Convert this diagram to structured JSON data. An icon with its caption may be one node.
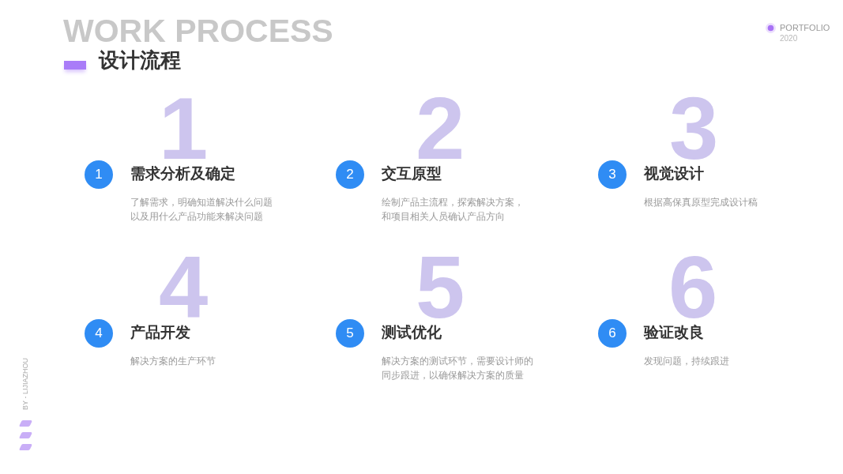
{
  "diagram": {
    "title": "设计流程",
    "nodes": [
      {
        "text": [
          "1"
        ],
        "beside": [
          "需求分析及确定",
          "了解需求，明确知道解决什么问题以及用什么产品功能来解决问题"
        ]
      },
      {
        "text": [
          "2"
        ],
        "beside": [
          "交互原型",
          "绘制产品主流程，探索解决方案，和项目相关人员确认产品方向"
        ]
      },
      {
        "text": [
          "3"
        ],
        "beside": [
          "视觉设计",
          "根据高保真原型完成设计稿"
        ]
      },
      {
        "text": [
          "4"
        ],
        "beside": [
          "产品开发",
          "解决方案的生产环节"
        ]
      },
      {
        "text": [
          "5"
        ],
        "beside": [
          "测试优化",
          "解决方案的测试环节，需要设计师的同步跟进，以确保解决方案的质量"
        ]
      },
      {
        "text": [
          "6"
        ],
        "beside": [
          "验证改良",
          "发现问题，持续跟进"
        ]
      }
    ],
    "labels": [
      "WORK PROCESS",
      "PORTFOLIO",
      "2020",
      "1",
      "2",
      "3",
      "4",
      "5",
      "6",
      "BY - LIJIAZHOU"
    ]
  }
}
